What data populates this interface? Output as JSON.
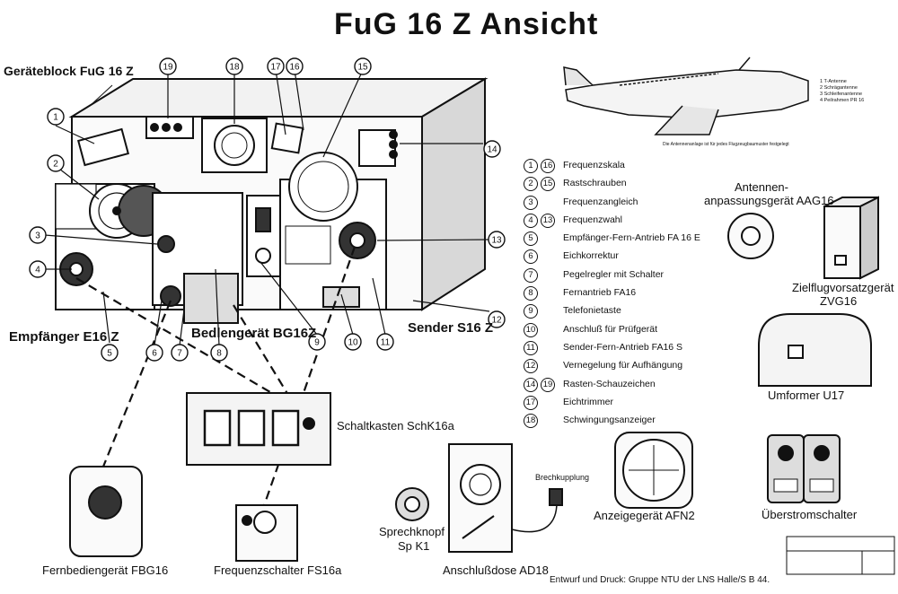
{
  "title": "FuG 16 Z Ansicht",
  "labels": {
    "geraeteblock": "Geräteblock FuG 16 Z",
    "empfaenger": "Empfänger E16 Z",
    "bedienger": "Bedlengerät BG16Z",
    "sender": "Sender S16 Z",
    "schaltkasten": "Schaltkasten SchK16a",
    "fernbedien": "Fernbediengerät FBG16",
    "frequenzschalter": "Frequenzschalter FS16a",
    "sprechknopf": "Sprechknopf",
    "sprechknopf_id": "Sp K1",
    "anschlussdose": "Anschlußdose AD18",
    "brechkupplung": "Brechkupplung",
    "anzeigegeraet": "Anzeigegerät AFN2",
    "antennen_1": "Antennen-",
    "antennen_2": "anpassungsgerät AAG16",
    "zielflug_1": "Zielflugvorsatzgerät",
    "zielflug_2": "ZVG16",
    "umformer": "Umformer U17",
    "ueberstrom": "Überstromschalter",
    "footer": "Entwurf und Druck: Gruppe NTU der LNS Halle/S     B 44."
  },
  "legend": [
    {
      "nums": [
        "1",
        "16"
      ],
      "text": "Frequenzskala"
    },
    {
      "nums": [
        "2",
        "15"
      ],
      "text": "Rastschrauben"
    },
    {
      "nums": [
        "3"
      ],
      "text": "Frequenzangleich"
    },
    {
      "nums": [
        "4",
        "13"
      ],
      "text": "Frequenzwahl"
    },
    {
      "nums": [
        "5"
      ],
      "text": "Empfänger-Fern-Antrieb FA 16 E"
    },
    {
      "nums": [
        "6"
      ],
      "text": "Eichkorrektur"
    },
    {
      "nums": [
        "7"
      ],
      "text": "Pegelregler mit Schalter"
    },
    {
      "nums": [
        "8"
      ],
      "text": "Fernantrieb FA16"
    },
    {
      "nums": [
        "9"
      ],
      "text": "Telefonietaste"
    },
    {
      "nums": [
        "10"
      ],
      "text": "Anschluß für Prüfgerät"
    },
    {
      "nums": [
        "11"
      ],
      "text": "Sender-Fern-Antrieb FA16 S"
    },
    {
      "nums": [
        "12"
      ],
      "text": "Vernegelung für Aufhängung"
    },
    {
      "nums": [
        "14",
        "19"
      ],
      "text": "Rasten-Schauzeichen"
    },
    {
      "nums": [
        "17"
      ],
      "text": "Eichtrimmer"
    },
    {
      "nums": [
        "18"
      ],
      "text": "Schwingungsanzeiger"
    }
  ],
  "antenna_legend": [
    "1  T-Antenne",
    "2  Schrägantenne",
    "3  Schleifenantenne",
    "4  Peilrahmen PR 16"
  ],
  "aircraft_caption": "Die Antennenanlage ist für jedes Flugzeugbaumuster festgelegt",
  "callouts": [
    "1",
    "2",
    "3",
    "4",
    "5",
    "6",
    "7",
    "8",
    "9",
    "10",
    "11",
    "12",
    "13",
    "14",
    "15",
    "16",
    "17",
    "18",
    "19"
  ]
}
